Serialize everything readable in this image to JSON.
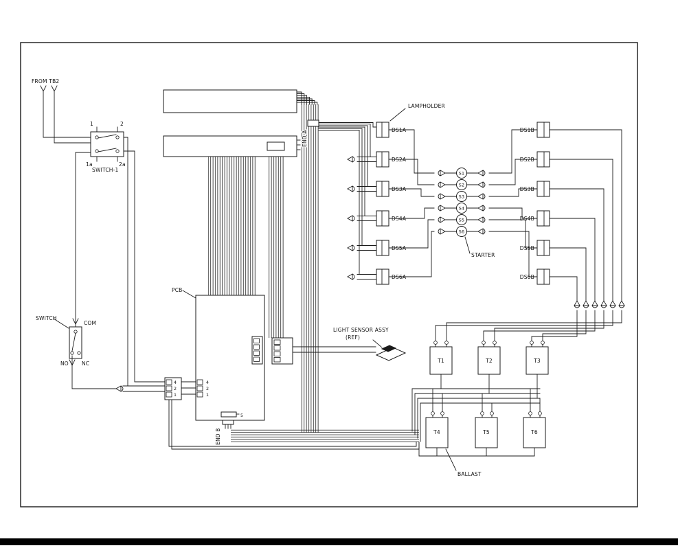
{
  "labels": {
    "from_tb2": "FROM TB2",
    "switch1": "SWITCH-1",
    "switch": "SWITCH",
    "com": "COM",
    "no": "NO",
    "nc": "NC",
    "pcb": "PCB",
    "end_a": "END A",
    "end_b": "END B",
    "light_sensor_line1": "LIGHT SENSOR ASSY",
    "light_sensor_line2": "(REF)",
    "lampholder": "LAMPHOLDER",
    "starter": "STARTER",
    "ballast": "BALLAST",
    "pcb_marker": "5"
  },
  "switch1_pins": [
    "1",
    "2",
    "1a",
    "2a"
  ],
  "connector_pins": [
    "4",
    "2",
    "1"
  ],
  "lampholders_a": [
    "DS1A",
    "DS2A",
    "DS3A",
    "DS4A",
    "DS5A",
    "DS6A"
  ],
  "lampholders_b": [
    "DS1B",
    "DS2B",
    "DS3B",
    "DS4B",
    "DS5B",
    "DS6B"
  ],
  "starters": [
    "S1",
    "S2",
    "S3",
    "S4",
    "S5",
    "S6"
  ],
  "ballasts": [
    "T1",
    "T2",
    "T3",
    "T4",
    "T5",
    "T6"
  ],
  "colors": {
    "line": "#1a1a1a",
    "background": "#ffffff"
  }
}
